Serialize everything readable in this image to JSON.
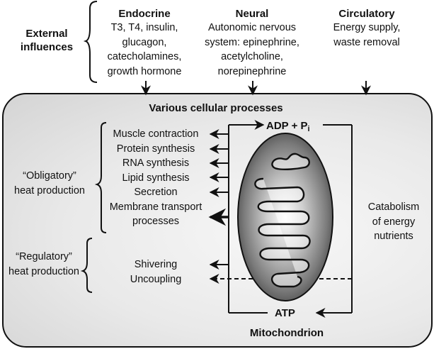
{
  "external": {
    "label": [
      "External",
      "influences"
    ],
    "columns": [
      {
        "title": "Endocrine",
        "lines": [
          "T3, T4, insulin,",
          "glucagon,",
          "catecholamines,",
          "growth hormone"
        ]
      },
      {
        "title": "Neural",
        "lines": [
          "Autonomic nervous",
          "system: epinephrine,",
          "acetylcholine,",
          "norepinephrine"
        ]
      },
      {
        "title": "Circulatory",
        "lines": [
          "Energy supply,",
          "waste removal"
        ]
      }
    ]
  },
  "cell": {
    "title": "Various cellular processes",
    "obligatory_label": [
      "“Obligatory”",
      "heat production"
    ],
    "obligatory_processes": [
      "Muscle contraction",
      "Protein synthesis",
      "RNA synthesis",
      "Lipid synthesis",
      "Secretion",
      "Membrane transport",
      "processes"
    ],
    "regulatory_label": [
      "“Regulatory”",
      "heat production"
    ],
    "regulatory_processes": [
      "Shivering",
      "Uncoupling"
    ],
    "adp": "ADP + P",
    "adp_sub": "i",
    "atp": "ATP",
    "catabolism": [
      "Catabolism",
      "of energy",
      "nutrients"
    ],
    "organelle": "Mitochondrion"
  }
}
